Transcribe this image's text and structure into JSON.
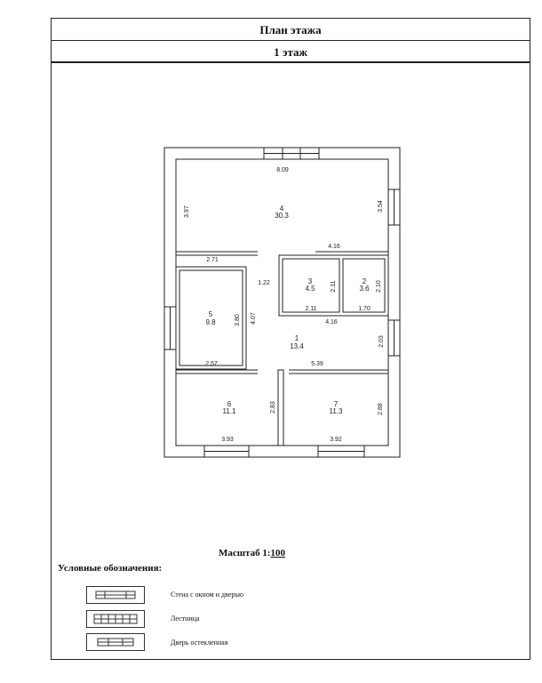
{
  "watermark": "",
  "header": {
    "title": "План этажа",
    "floor": "1 этаж"
  },
  "rooms": [
    {
      "number": "4",
      "area": "30.3"
    },
    {
      "number": "3",
      "area": "4.5"
    },
    {
      "number": "2",
      "area": "3.6"
    },
    {
      "number": "5",
      "area": "9.8"
    },
    {
      "number": "1",
      "area": "13.4"
    },
    {
      "number": "6",
      "area": "11.1"
    },
    {
      "number": "7",
      "area": "11.3"
    }
  ],
  "dimensions": [
    "8.09",
    "3.97",
    "3.54",
    "4.16",
    "2.71",
    "1.22",
    "2.11",
    "2.10",
    "2.11",
    "1.70",
    "4.16",
    "3.80",
    "4.07",
    "2.03",
    "2.57",
    "5.39",
    "2.83",
    "2.88",
    "3.93",
    "3.92"
  ],
  "scale": {
    "label": "Масштаб 1:",
    "value": "100"
  },
  "legend": {
    "title": "Условные обозначения:",
    "items": [
      {
        "label": "Стена с окном и дверью"
      },
      {
        "label": "Лестница"
      },
      {
        "label": "Дверь остекленная"
      }
    ]
  }
}
